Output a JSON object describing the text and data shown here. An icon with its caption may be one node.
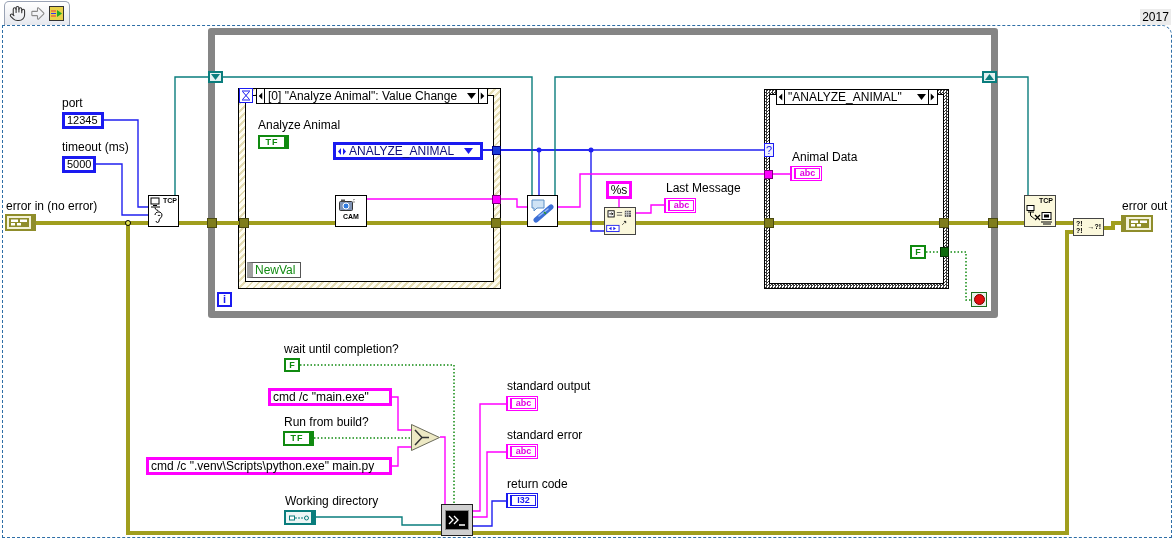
{
  "diagram": {
    "nodes": [
      {
        "text": [
          "12345"
        ],
        "beside": [
          "port"
        ]
      },
      {
        "text": [
          "5000"
        ],
        "beside": [
          "timeout (ms)"
        ]
      },
      {
        "text": [],
        "shape": "box",
        "beside": [
          "error in (no error)"
        ]
      },
      {
        "text": [
          "TCP"
        ]
      },
      {
        "text": [],
        "shape": "box"
      },
      {
        "text": [],
        "shape": "box",
        "in": 4
      },
      {
        "text": [
          "[0] \"Analyze Animal\": Value Change"
        ],
        "in": 4
      },
      {
        "text": [
          "TF"
        ],
        "beside": [
          "Analyze Animal"
        ],
        "in": 6
      },
      {
        "text": [
          "ANALYZE_ANIMAL"
        ],
        "in": 6
      },
      {
        "text": [
          "CAM"
        ],
        "in": 6
      },
      {
        "text": [
          "NewVal"
        ],
        "in": 6
      },
      {
        "text": [],
        "shape": "box",
        "in": 4
      },
      {
        "text": [
          "%s"
        ],
        "in": 4
      },
      {
        "text": [],
        "shape": "box",
        "in": 4
      },
      {
        "text": [
          "abc"
        ],
        "beside": [
          "Last Message"
        ],
        "in": 4
      },
      {
        "text": [
          "\"ANALYZE_ANIMAL\""
        ],
        "in": 4
      },
      {
        "text": [
          "?"
        ],
        "in": 15
      },
      {
        "text": [
          "abc"
        ],
        "beside": [
          "Animal Data"
        ],
        "in": 15
      },
      {
        "text": [
          "F"
        ],
        "in": 15
      },
      {
        "text": [],
        "shape": "box",
        "in": 4
      },
      {
        "text": [
          "i"
        ],
        "in": 4
      },
      {
        "text": [],
        "shape": "box",
        "in": 4
      },
      {
        "text": [
          "TCP"
        ]
      },
      {
        "text": [
          "?!",
          "?!",
          "→?!"
        ]
      },
      {
        "text": [],
        "shape": "box",
        "beside": [
          "error out"
        ]
      },
      {
        "text": [
          "F"
        ],
        "beside": [
          "wait until completion?"
        ]
      },
      {
        "text": [
          "cmd /c \"main.exe\""
        ]
      },
      {
        "text": [
          "TF"
        ],
        "beside": [
          "Run from build?"
        ]
      },
      {
        "text": [
          "cmd /c \".venv\\Scripts\\python.exe\" main.py"
        ]
      },
      {
        "text": [],
        "shape": "triangle"
      },
      {
        "text": [],
        "shape": "box",
        "beside": [
          "Working directory"
        ]
      },
      {
        "text": [],
        "shape": "box"
      },
      {
        "text": [
          "abc"
        ],
        "beside": [
          "standard output"
        ]
      },
      {
        "text": [
          "abc"
        ],
        "beside": [
          "standard error"
        ]
      },
      {
        "text": [
          "I32"
        ],
        "beside": [
          "return code"
        ]
      }
    ],
    "edges": [
      {
        "from": 2,
        "to": 3,
        "arrow": "none",
        "style": "thick",
        "color": "#a09e1e"
      },
      {
        "from": 3,
        "to": 9,
        "arrow": "none",
        "style": "thick",
        "color": "#a09e1e"
      },
      {
        "from": 9,
        "to": 11,
        "arrow": "none",
        "style": "thick",
        "color": "#a09e1e"
      },
      {
        "from": 11,
        "to": 13,
        "arrow": "none",
        "style": "thick",
        "color": "#a09e1e"
      },
      {
        "from": 13,
        "to": 22,
        "arrow": "none",
        "style": "thick",
        "color": "#a09e1e"
      },
      {
        "from": 22,
        "to": 23,
        "arrow": "none",
        "style": "thick",
        "color": "#a09e1e"
      },
      {
        "from": 23,
        "to": 24,
        "arrow": "none",
        "style": "thick",
        "color": "#a09e1e"
      },
      {
        "from": 2,
        "to": 31,
        "arrow": "none",
        "style": "thick",
        "color": "#a09e1e"
      },
      {
        "from": 31,
        "to": 23,
        "arrow": "none",
        "style": "thick",
        "color": "#a09e1e"
      },
      {
        "from": 0,
        "to": 3,
        "arrow": "none",
        "color": "#2020f0"
      },
      {
        "from": 1,
        "to": 3,
        "arrow": "none",
        "color": "#2020f0"
      },
      {
        "from": 8,
        "to": 11,
        "arrow": "none",
        "color": "#2020f0"
      },
      {
        "from": 8,
        "to": 13,
        "arrow": "none",
        "color": "#2020f0"
      },
      {
        "from": 8,
        "to": 16,
        "arrow": "none",
        "color": "#2020f0"
      },
      {
        "from": 31,
        "to": 34,
        "arrow": "none",
        "color": "#2020f0"
      },
      {
        "from": 9,
        "to": 11,
        "arrow": "none",
        "color": "#ff00ff"
      },
      {
        "from": 11,
        "to": 17,
        "arrow": "none",
        "color": "#ff00ff"
      },
      {
        "from": 12,
        "to": 13,
        "arrow": "none",
        "color": "#ff00ff"
      },
      {
        "from": 13,
        "to": 14,
        "arrow": "none",
        "color": "#ff00ff"
      },
      {
        "from": 26,
        "to": 29,
        "arrow": "none",
        "color": "#ff00ff"
      },
      {
        "from": 28,
        "to": 29,
        "arrow": "none",
        "color": "#ff00ff"
      },
      {
        "from": 29,
        "to": 31,
        "arrow": "none",
        "color": "#ff00ff"
      },
      {
        "from": 31,
        "to": 32,
        "arrow": "none",
        "color": "#ff00ff"
      },
      {
        "from": 31,
        "to": 33,
        "arrow": "none",
        "color": "#ff00ff"
      },
      {
        "from": 3,
        "to": 5,
        "arrow": "none",
        "color": "#0a7d7d"
      },
      {
        "from": 5,
        "to": 11,
        "arrow": "none",
        "color": "#0a7d7d"
      },
      {
        "from": 11,
        "to": 19,
        "arrow": "none",
        "color": "#0a7d7d"
      },
      {
        "from": 19,
        "to": 22,
        "arrow": "none",
        "color": "#0a7d7d"
      },
      {
        "from": 30,
        "to": 31,
        "arrow": "none",
        "color": "#0a7d7d"
      },
      {
        "from": 18,
        "to": 21,
        "arrow": "none",
        "style": "dashed",
        "color": "#108a10"
      },
      {
        "from": 25,
        "to": 31,
        "arrow": "none",
        "style": "dashed",
        "color": "#108a10"
      },
      {
        "from": 27,
        "to": 29,
        "arrow": "none",
        "style": "dashed",
        "color": "#108a10"
      }
    ],
    "labels": [
      "2017"
    ]
  }
}
